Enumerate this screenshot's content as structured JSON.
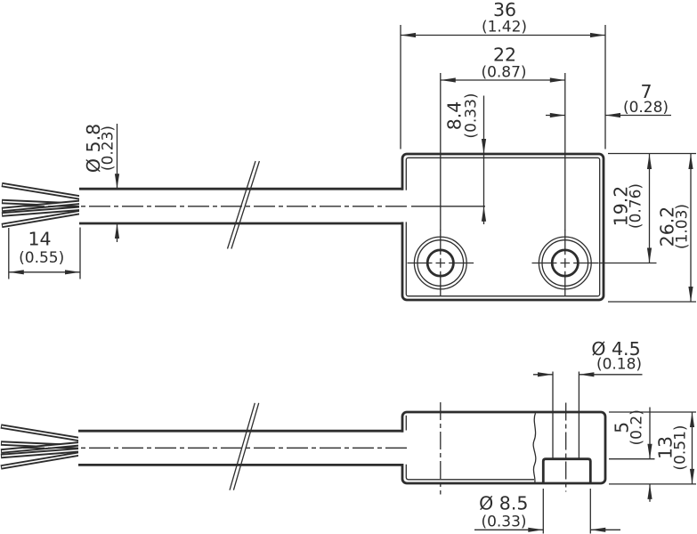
{
  "drawing": {
    "colors": {
      "ink": "#2d2d2d",
      "background": "#ffffff"
    },
    "top_view": {
      "dims": {
        "overall_width": {
          "mm": "36",
          "inch": "(1.42)"
        },
        "hole_spacing": {
          "mm": "22",
          "inch": "(0.87)"
        },
        "cable_axis_offset": {
          "mm": "8.4",
          "inch": "(0.33)"
        },
        "hole_to_edge": {
          "mm": "7",
          "inch": "(0.28)"
        },
        "cable_diameter": {
          "mm": "Ø 5.8",
          "inch": "(0.23)"
        },
        "wire_length": {
          "mm": "14",
          "inch": "(0.55)"
        },
        "hole_axis_from_top": {
          "mm": "19.2",
          "inch": "(0.76)"
        },
        "overall_height": {
          "mm": "26.2",
          "inch": "(1.03)"
        }
      }
    },
    "side_view": {
      "dims": {
        "hole_diameter": {
          "mm": "Ø 4.5",
          "inch": "(0.18)"
        },
        "counterbore_depth": {
          "mm": "5",
          "inch": "(0.2)"
        },
        "overall_thickness": {
          "mm": "13",
          "inch": "(0.51)"
        },
        "counterbore_diameter": {
          "mm": "Ø 8.5",
          "inch": "(0.33)"
        }
      }
    }
  }
}
